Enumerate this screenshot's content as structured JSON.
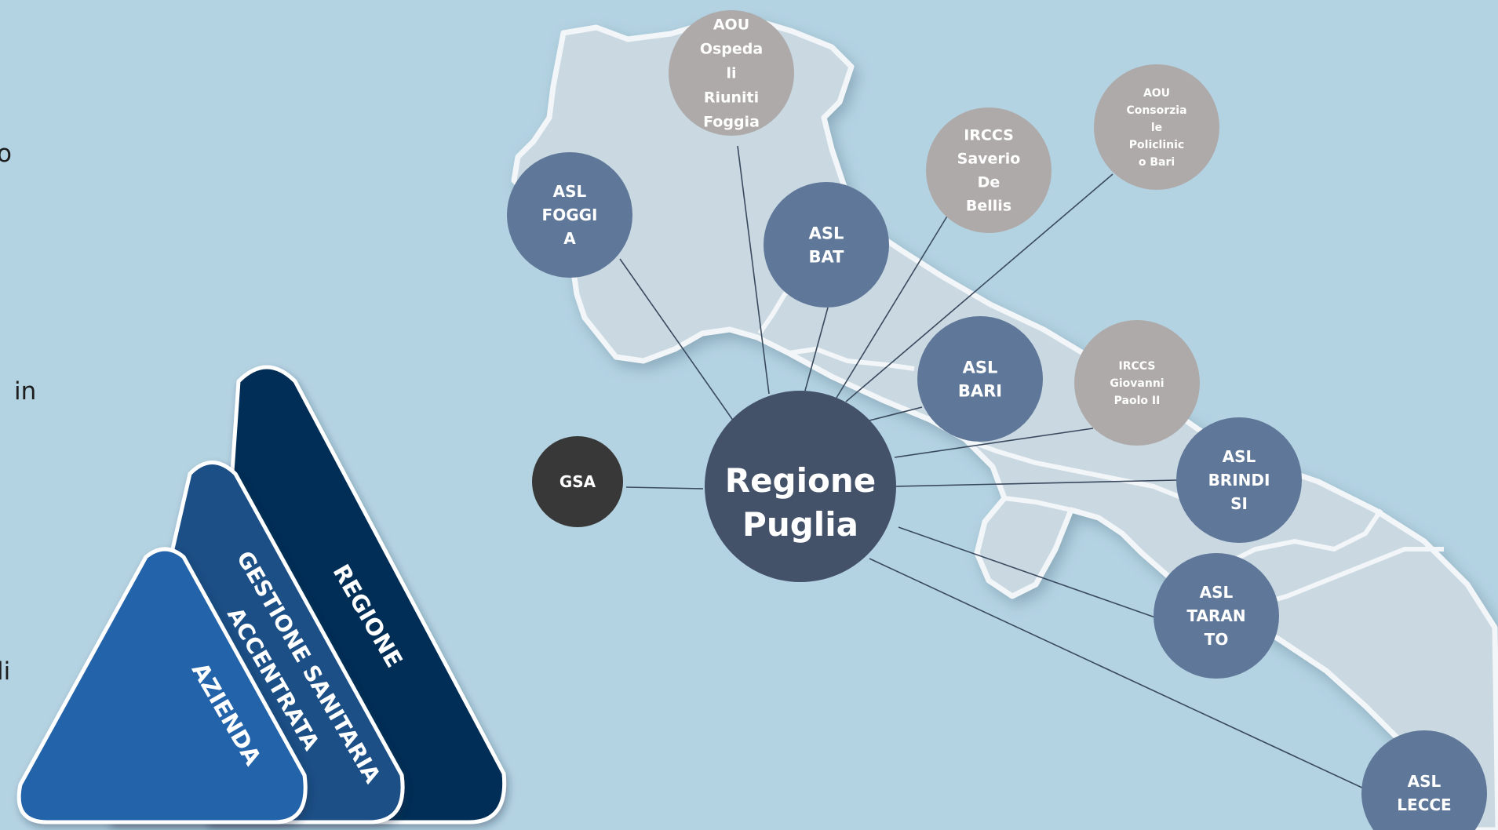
{
  "left_text_fragments": [
    "o",
    "in",
    "li"
  ],
  "triangle": {
    "levels": [
      {
        "label": "REGIONE",
        "color": "#052e56"
      },
      {
        "label": "GESTIONE SANITARIA ACCENTRATA",
        "color": "#1d4f86"
      },
      {
        "label": "AZIENDA",
        "color": "#2464aa"
      }
    ]
  },
  "hub": {
    "label_lines": [
      "Regione",
      "Puglia"
    ],
    "color": "#435169"
  },
  "nodes": [
    {
      "id": "gsa",
      "lines": [
        "GSA"
      ],
      "kind": "gsa"
    },
    {
      "id": "asl-foggia",
      "lines": [
        "ASL",
        "FOGGI",
        "A"
      ],
      "kind": "asl"
    },
    {
      "id": "aou-ospedali-riuniti-foggia",
      "lines": [
        "AOU",
        "Ospeda",
        "li",
        "Riuniti",
        "Foggia"
      ],
      "kind": "aou"
    },
    {
      "id": "asl-bat",
      "lines": [
        "ASL",
        "BAT"
      ],
      "kind": "asl"
    },
    {
      "id": "irccs-saverio-de-bellis",
      "lines": [
        "IRCCS",
        "Saverio",
        "De",
        "Bellis"
      ],
      "kind": "aou"
    },
    {
      "id": "aou-consorziale-policlinico-bari",
      "lines": [
        "AOU",
        "Consorzia",
        "le",
        "Policlinic",
        "o Bari"
      ],
      "kind": "aou"
    },
    {
      "id": "asl-bari",
      "lines": [
        "ASL",
        "BARI"
      ],
      "kind": "asl"
    },
    {
      "id": "irccs-giovanni-paolo-ii",
      "lines": [
        "IRCCS",
        "Giovanni",
        "Paolo II"
      ],
      "kind": "aou"
    },
    {
      "id": "asl-brindisi",
      "lines": [
        "ASL",
        "BRINDI",
        "SI"
      ],
      "kind": "asl"
    },
    {
      "id": "asl-taranto",
      "lines": [
        "ASL",
        "TARAN",
        "TO"
      ],
      "kind": "asl"
    },
    {
      "id": "asl-lecce",
      "lines": [
        "ASL",
        "LECCE"
      ],
      "kind": "asl"
    }
  ],
  "colors": {
    "background": "#b4d3e2",
    "map_fill": "#c9d8e1",
    "map_border": "#f3f6f8",
    "asl": "#5f7899",
    "aou": "#aeaaa9",
    "gsa": "#383838",
    "connector": "#3a4a5e"
  }
}
